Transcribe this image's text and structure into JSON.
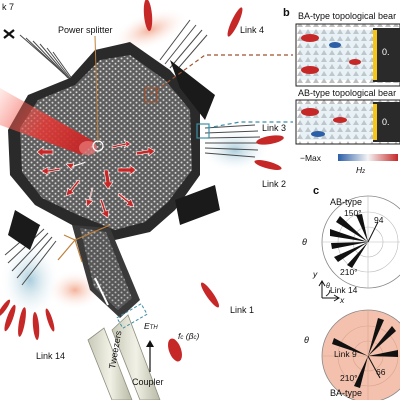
{
  "panel_letters": {
    "b": "b",
    "c": "c"
  },
  "labels": {
    "link7": "k 7",
    "power_splitter": "Power splitter",
    "link4": "Link 4",
    "link3": "Link 3",
    "link2": "Link 2",
    "link1": "Link 1",
    "link14": "Link 14",
    "tweezers": "Tweezers",
    "coupler": "Coupler",
    "eth": "E",
    "eth_sub": "TH",
    "fc": "f",
    "fc_sub": "c",
    "fc_beta": "(β",
    "fc_beta_sub": "c",
    "fc_close": ")"
  },
  "panel_b": {
    "ba_title": "BA-type topological bear",
    "ab_title": "AB-type topological bear",
    "value_ba": "0.",
    "value_ab": "0.",
    "scale_min": "−Max",
    "field_symbol": "H",
    "field_sub": "z"
  },
  "panel_c": {
    "ab_type": "AB-type",
    "ba_type": "BA-type",
    "theta_top": "θ",
    "theta_bottom": "θ",
    "angle_150": "150°",
    "angle_210_top": "210°",
    "angle_94": "94",
    "link14": "Link 14",
    "link9": "Link 9",
    "angle_210_bottom": "210°",
    "angle_66": "66",
    "axis_y": "y",
    "axis_x": "x",
    "axis_theta": "θ"
  },
  "colors": {
    "chip_dark": "#2a2a2a",
    "chip_mid": "#6f6f6f",
    "beam_red": "#c62828",
    "probe_orange": "#c0803a",
    "cyan_dash": "#3f8fa6",
    "brown_dash": "#a0522d"
  }
}
